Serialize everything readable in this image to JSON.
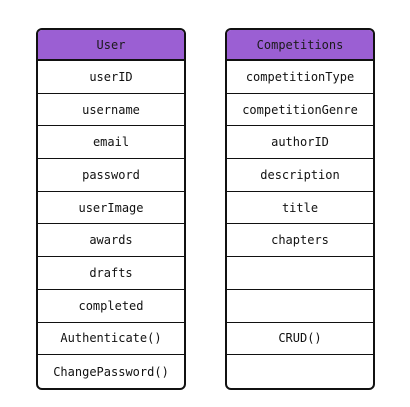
{
  "user": {
    "title": "User",
    "rows": [
      "userID",
      "username",
      "email",
      "password",
      "userImage",
      "awards",
      "drafts",
      "completed",
      "Authenticate()",
      "ChangePassword()"
    ]
  },
  "competitions": {
    "title": "Competitions",
    "rows": [
      "competitionType",
      "competitionGenre",
      "authorID",
      "description",
      "title",
      "chapters",
      "",
      "",
      "CRUD()",
      ""
    ]
  },
  "colors": {
    "header_fill": "#9b5fd3",
    "border": "#111111"
  }
}
